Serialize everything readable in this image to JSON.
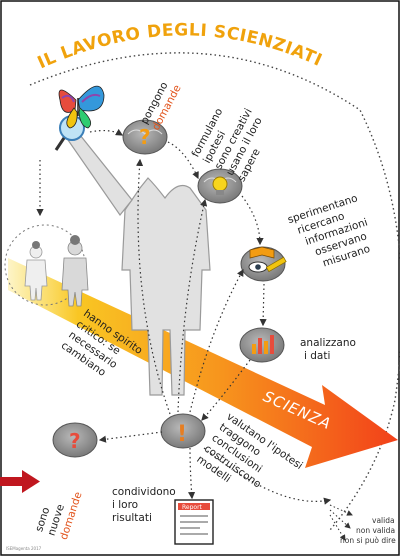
{
  "title": "IL LAVORO DEGLI SCIENZIATI",
  "banner": "SCIENZA",
  "steps": {
    "pongono": [
      "pongono",
      "domande"
    ],
    "formulano": [
      "formulano",
      "ipotesi",
      "sono creativi",
      "usano il loro",
      "sapere"
    ],
    "sperimentano": [
      "sperimentano",
      "ricercano",
      "informazioni",
      "osservano",
      "misurano"
    ],
    "analizzano": [
      "analizzano",
      "i dati"
    ],
    "valutano": [
      "valutano l'ipotesi",
      "traggono",
      "conclusioni",
      "costruiscono",
      "modelli"
    ],
    "condividono": [
      "condividono",
      "i loro",
      "risultati"
    ],
    "nuove": [
      "sono",
      "nuove",
      "domande"
    ],
    "spirito": [
      "hanno spirito",
      "critico: se",
      "necessario",
      "cambiano"
    ]
  },
  "validity": [
    "valida",
    "non valida",
    "non si può dire"
  ],
  "report_label": "Report",
  "credit": "ISEMagenta 2017",
  "colors": {
    "title": "#f0a20c",
    "accent_red": "#e2531b",
    "arrow_start": "#f9d423",
    "arrow_end": "#f2401a",
    "brain": "#8b8b8b",
    "pointer": "#c0171f"
  },
  "icons": [
    "butterfly-icon",
    "magnifier-icon",
    "question-icon",
    "lightbulb-icon",
    "eye-icon",
    "book-icon",
    "chart-icon",
    "exclamation-icon",
    "report-icon",
    "pointer-arrow-icon"
  ]
}
